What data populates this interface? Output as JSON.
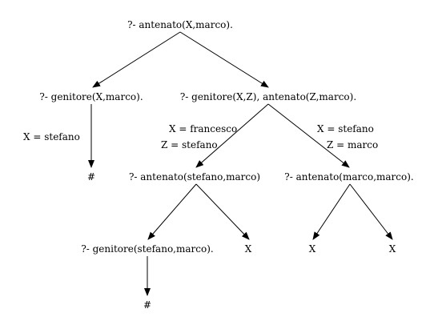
{
  "tree": {
    "nodes": {
      "root": "?- antenato(X,marco).",
      "left_goal": "?- genitore(X,marco).",
      "right_goal": "?- genitore(X,Z), antenato(Z,marco).",
      "success_1": "#",
      "mid_goal": "?- antenato(stefano,marco)",
      "right_sub_goal": "?- antenato(marco,marco).",
      "deep_goal": "?- genitore(stefano,marco).",
      "fail_1": "X",
      "fail_2": "X",
      "fail_3": "X",
      "success_2": "#"
    },
    "bindings": {
      "left_x": "X = stefano",
      "mid_x": "X = francesco",
      "mid_z": "Z = stefano",
      "right_x": "X = stefano",
      "right_z": "Z = marco"
    }
  }
}
